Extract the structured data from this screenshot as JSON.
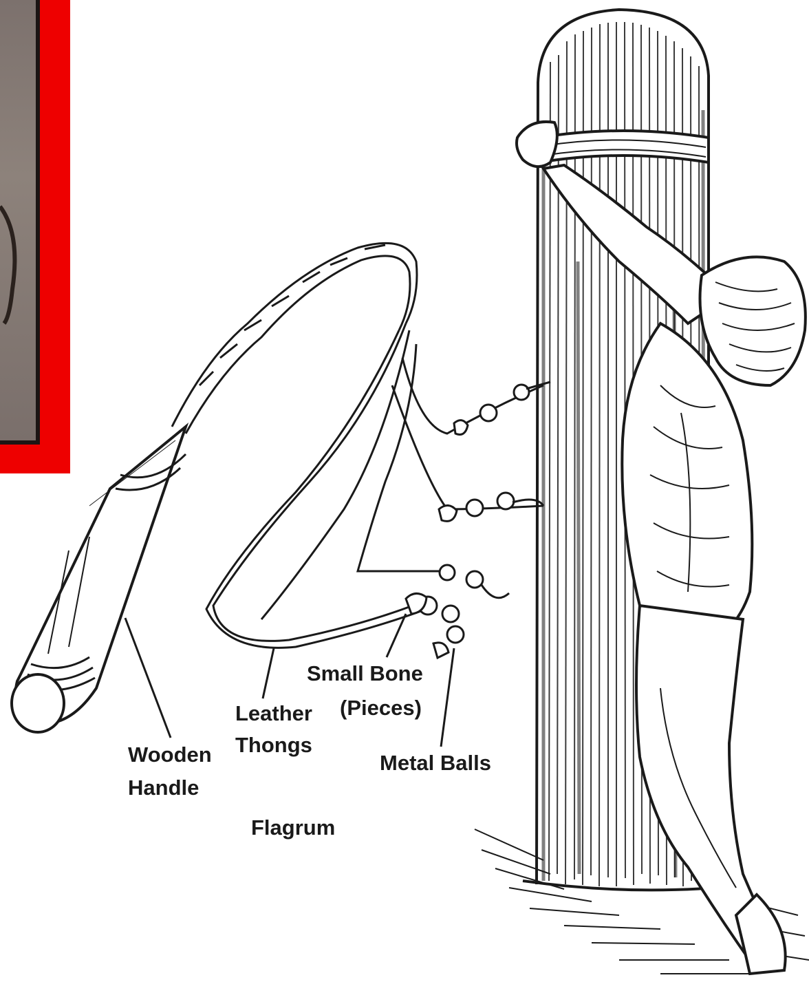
{
  "labels": {
    "wooden_handle": [
      "Wooden",
      "Handle"
    ],
    "leather_thongs": [
      "Leather",
      "Thongs"
    ],
    "small_bone": [
      "Small Bone",
      "(Pieces)"
    ],
    "metal_balls": "Metal Balls",
    "caption": "Flagrum"
  },
  "colors": {
    "ink": "#1a1a1a",
    "inset_border": "#ee0000",
    "inset_photo": "#857a75",
    "background": "#ffffff"
  }
}
